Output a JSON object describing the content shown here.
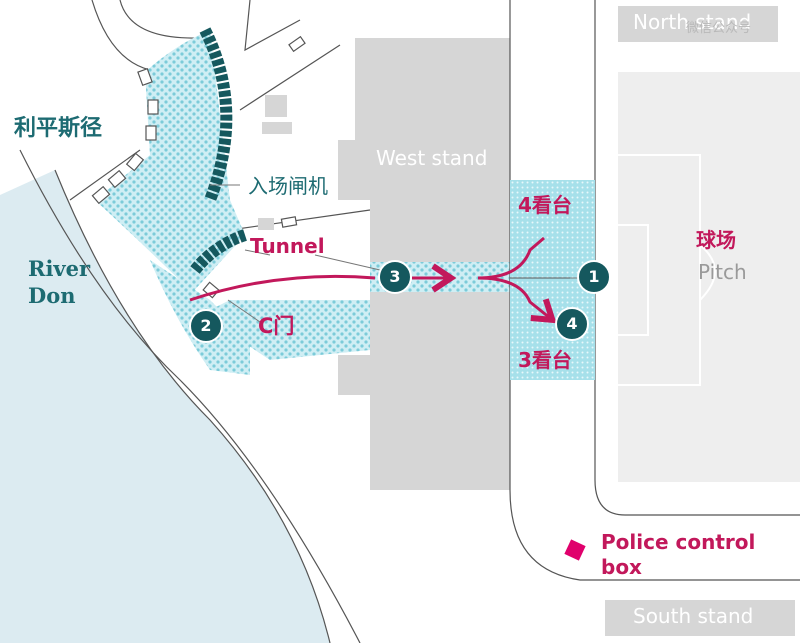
{
  "labels": {
    "north_stand": "North stand",
    "watermark": "微信公众号",
    "leppings_lane": "利平斯径",
    "turnstiles": "入场闸机",
    "west_stand": "West stand",
    "tunnel": "Tunnel",
    "pen4": "4看台",
    "pen3": "3看台",
    "pitch_cn": "球场",
    "pitch_en": "Pitch",
    "river": "River\nDon",
    "gate_c": "C门",
    "police_box": "Police control\nbox",
    "south_stand": "South stand"
  },
  "markers": [
    "1",
    "2",
    "3",
    "4"
  ],
  "colors": {
    "teal_dark": "#15585e",
    "teal_text": "#1d6b72",
    "crowd": "#8fd3df",
    "pen_fill": "#a6e0ea",
    "magenta": "#c2185b",
    "stand_grey": "#d6d6d6",
    "pitch_grey": "#eeeeee",
    "river": "#dcebf1"
  }
}
